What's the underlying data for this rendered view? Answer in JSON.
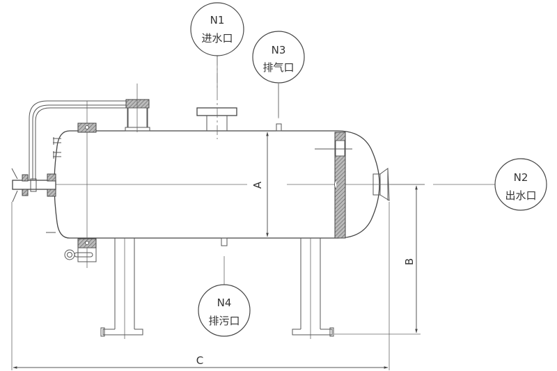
{
  "drawing": {
    "title": "卧式储罐总图",
    "nozzles": [
      {
        "id": "n1",
        "code": "N1",
        "name": "进水口"
      },
      {
        "id": "n2",
        "code": "N2",
        "name": "出水口"
      },
      {
        "id": "n3",
        "code": "N3",
        "name": "排气口"
      },
      {
        "id": "n4",
        "code": "N4",
        "name": "排污口"
      }
    ],
    "dimensions": {
      "a": "A",
      "b": "B",
      "c": "C"
    },
    "colors": {
      "line": "#555555",
      "background": "#ffffff"
    }
  }
}
